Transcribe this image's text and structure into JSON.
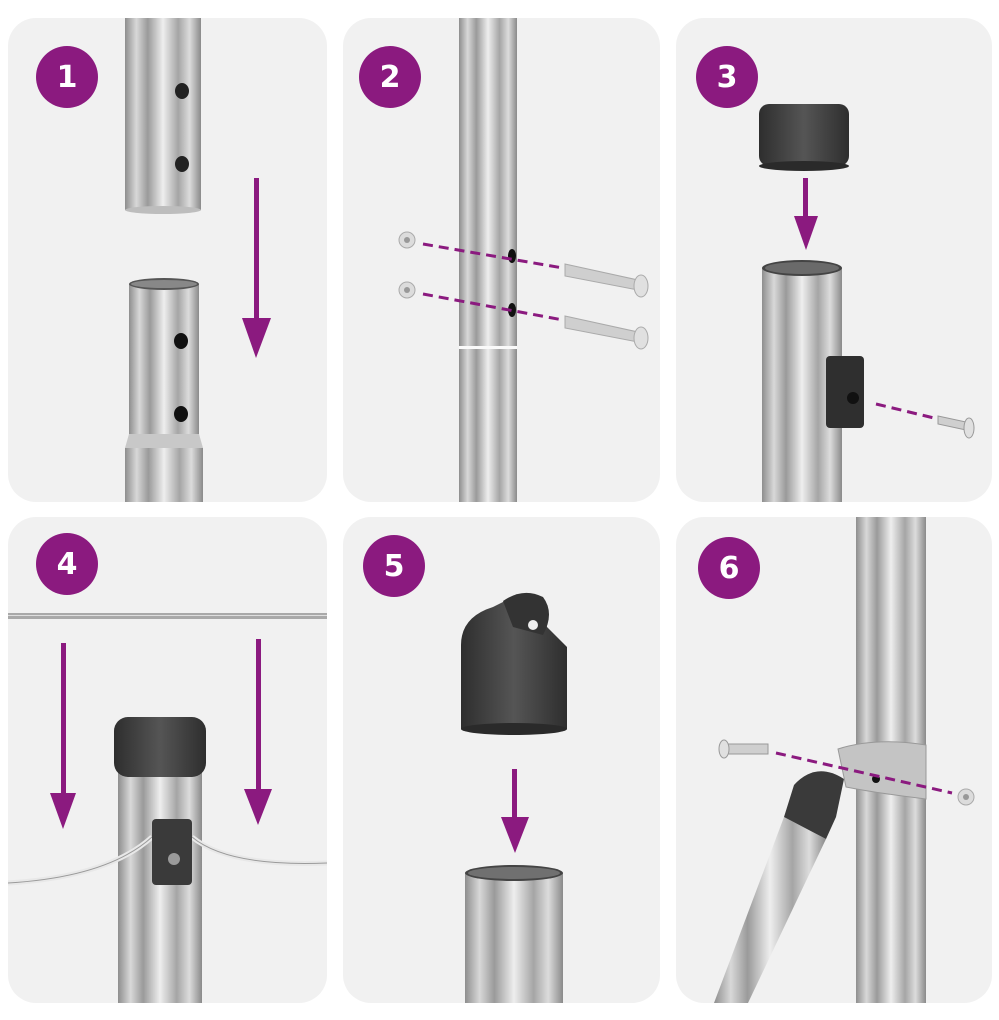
{
  "diagram": {
    "type": "assembly-instructions",
    "layout": {
      "columns": 3,
      "rows": 2
    },
    "colors": {
      "badge": "#8b1a7f",
      "arrow": "#8b1a7f",
      "dashed_line": "#8b1a7f",
      "panel_background": "#f1f1f1",
      "page_background": "#ffffff",
      "cap": "#3c3c3c"
    },
    "steps": [
      {
        "number": "1",
        "description": "Slide upper tube with holes down into lower tube",
        "icon": "arrow-down-icon"
      },
      {
        "number": "2",
        "description": "Secure joined tubes with two bolts and nuts",
        "icon": "bolt-icon"
      },
      {
        "number": "3",
        "description": "Place end cap on post top; attach wire clip with screw",
        "icon": "arrow-down-icon"
      },
      {
        "number": "4",
        "description": "Lower top rail/wire onto posts; wire held by clip",
        "icon": "arrow-down-icon"
      },
      {
        "number": "5",
        "description": "Fit eye-cap onto post top",
        "icon": "arrow-down-icon"
      },
      {
        "number": "6",
        "description": "Bolt diagonal brace to post clamp",
        "icon": "bolt-icon"
      }
    ]
  }
}
